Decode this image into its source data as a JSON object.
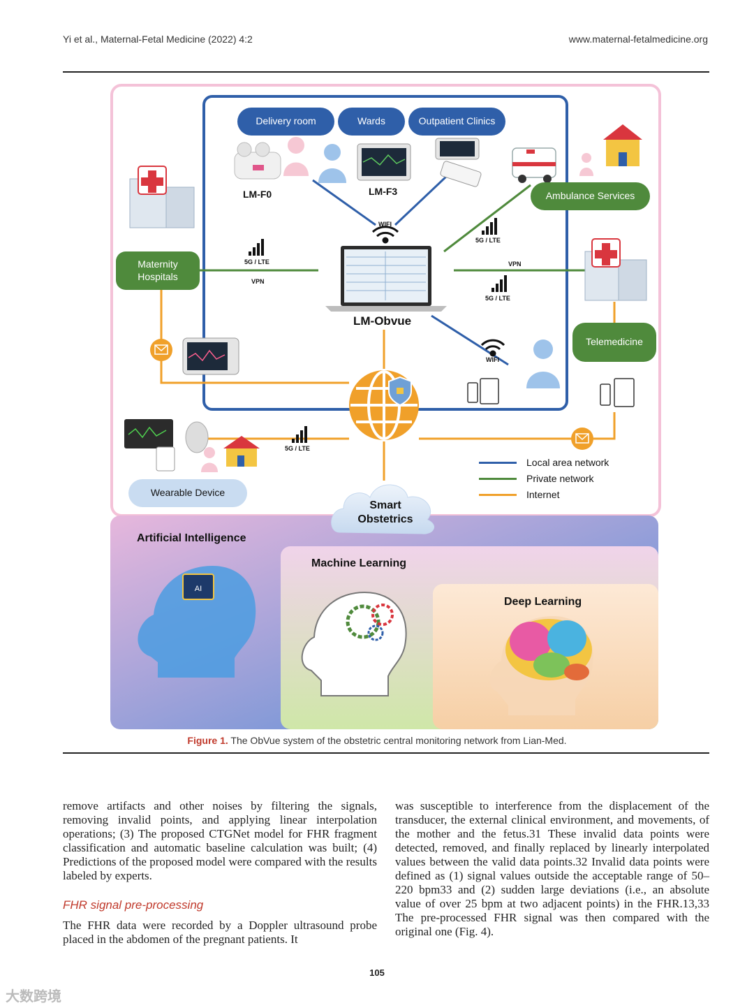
{
  "header": {
    "left": "Yi et al., Maternal-Fetal Medicine (2022) 4:2",
    "right": "www.maternal-fetalmedicine.org"
  },
  "figure": {
    "locations": [
      "Delivery room",
      "Wards",
      "Outpatient Clinics"
    ],
    "devices": {
      "f0": "LM-F0",
      "f3": "LM-F3",
      "center": "LM-Obvue"
    },
    "services": {
      "ambulance": "Ambulance Services",
      "maternity": "Maternity\nHospitals",
      "telemedicine": "Telemedicine",
      "wearable": "Wearable Device",
      "smart": "Smart\nObstetrics"
    },
    "signal_5g": "5G / LTE",
    "vpn": "VPN",
    "wifi": "WIFI",
    "legend": [
      {
        "label": "Local area network",
        "color": "#2f5fa9"
      },
      {
        "label": "Private network",
        "color": "#4f8a3c"
      },
      {
        "label": "Internet",
        "color": "#f0a02a"
      }
    ],
    "ai": {
      "artificial": "Artificial Intelligence",
      "machine": "Machine Learning",
      "deep": "Deep Learning"
    },
    "caption_label": "Figure 1.",
    "caption_text": "The ObVue system of the obstetric central monitoring network from Lian-Med."
  },
  "body": {
    "left_p1": "remove artifacts and other noises by filtering the signals, removing invalid points, and applying linear interpolation operations; (3) The proposed CTGNet model for FHR fragment classification and automatic baseline calculation was built; (4) Predictions of the proposed model were compared with the results labeled by experts.",
    "section": "FHR signal pre-processing",
    "left_p2": "The FHR data were recorded by a Doppler ultrasound probe placed in the abdomen of the pregnant patients. It",
    "right_p1": "was susceptible to interference from the displacement of the transducer, the external clinical environment, and movements, of the mother and the fetus.31 These invalid data points were detected, removed, and finally replaced by linearly interpolated values between the valid data points.32 Invalid data points were defined as (1) signal values outside the acceptable range of 50–220 bpm33 and (2) sudden large deviations (i.e., an absolute value of over 25 bpm at two adjacent points) in the FHR.13,33 The pre-processed FHR signal was then compared with the original one (Fig. 4)."
  },
  "page_number": "105",
  "watermark": "大数跨境"
}
